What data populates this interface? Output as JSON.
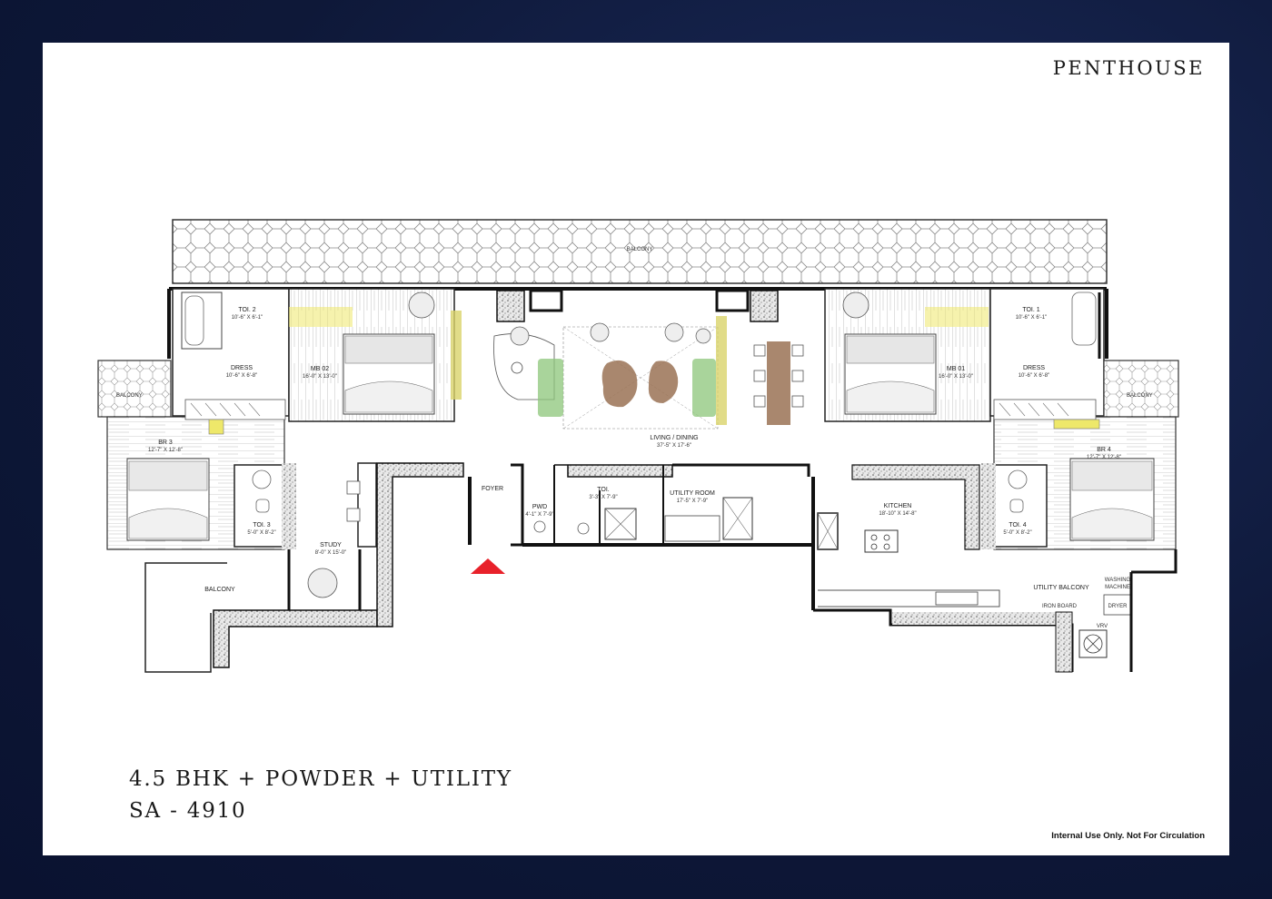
{
  "header": {
    "title": "PENTHOUSE"
  },
  "footer": {
    "unit_type": "4.5 BHK + POWDER + UTILITY",
    "super_area": "SA - 4910",
    "disclaimer": "Internal Use Only. Not For Circulation"
  },
  "rooms": {
    "balcony_top": {
      "name": "BALCONY"
    },
    "toi2": {
      "name": "TOI. 2",
      "size": "10'-6\" X 6'-1\""
    },
    "dress_left": {
      "name": "DRESS",
      "size": "10'-6\" X 6'-8\""
    },
    "mb02": {
      "name": "MB 02",
      "size": "16'-0\" X 13'-0\""
    },
    "balcony_left": {
      "name": "BALCONY"
    },
    "br3": {
      "name": "BR 3",
      "size": "12'-7\" X 12'-8\""
    },
    "toi3": {
      "name": "TOI. 3",
      "size": "5'-0\" X 8'-2\""
    },
    "study": {
      "name": "STUDY",
      "size": "8'-0\" X 15'-0\""
    },
    "balcony_bottom_left": {
      "name": "BALCONY"
    },
    "foyer": {
      "name": "FOYER"
    },
    "pwd": {
      "name": "PWD",
      "size": "4'-1\" X 7'-9\""
    },
    "toi": {
      "name": "TOI.",
      "size": "3'-3\" X 7'-9\""
    },
    "utility_room": {
      "name": "UTILITY ROOM",
      "size": "17'-5\" X 7'-9\""
    },
    "living_dining": {
      "name": "LIVING / DINING",
      "size": "37'-5\" X 17'-6\""
    },
    "mb01": {
      "name": "MB 01",
      "size": "16'-0\" X 13'-0\""
    },
    "toi1": {
      "name": "TOI. 1",
      "size": "10'-6\" X 6'-1\""
    },
    "dress_right": {
      "name": "DRESS",
      "size": "10'-6\" X 6'-8\""
    },
    "balcony_right": {
      "name": "BALCONY"
    },
    "br4": {
      "name": "BR 4",
      "size": "12'-7\" X 12'-8\""
    },
    "toi4": {
      "name": "TOI. 4",
      "size": "5'-0\" X 8'-2\""
    },
    "kitchen": {
      "name": "KITCHEN",
      "size": "18'-10\" X 14'-8\""
    },
    "utility_balcony": {
      "name": "UTILITY BALCONY"
    },
    "iron_board": {
      "name": "IRON BOARD"
    },
    "washing_machine": {
      "name": "WASHING\nMACHINE",
      "line1": "WASHING",
      "line2": "MACHINE"
    },
    "dryer": {
      "name": "DRYER"
    },
    "vrv": {
      "name": "VRV"
    }
  },
  "colors": {
    "background": "#0e1838",
    "sheet": "#ffffff",
    "wall": "#111111",
    "hatch": "#8a8a8a",
    "entry_marker": "#e8212a",
    "sofa_green": "#8cc67a",
    "table_brown": "#9a7255",
    "accent_yellow": "#d9d36a"
  },
  "icons": {
    "entry": "entry-arrow-icon"
  }
}
